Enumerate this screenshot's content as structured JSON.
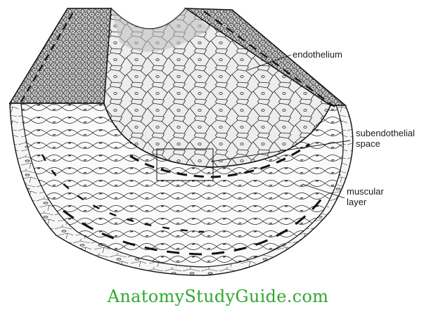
{
  "labels": {
    "endothelium": "endothelium",
    "subendothelial_line1": "subendothelial",
    "subendothelial_line2": "space",
    "muscular_line1": "muscular",
    "muscular_line2": "layer"
  },
  "watermark": "AnatomyStudyGuide.com",
  "colors": {
    "background": "#ffffff",
    "ink": "#1a1a1a",
    "lumen_shade": "#d9d9d9",
    "wall_shade": "#a8a8a8",
    "watermark": "#2fa82f"
  }
}
